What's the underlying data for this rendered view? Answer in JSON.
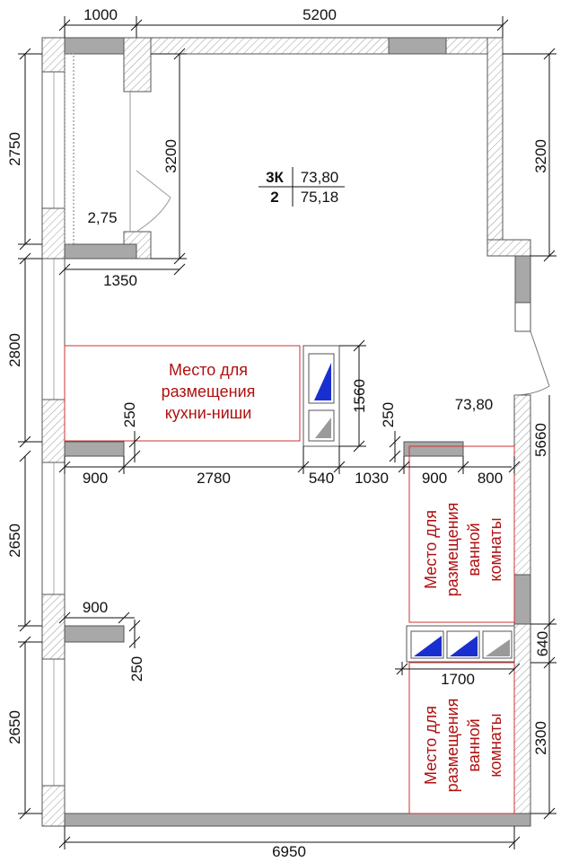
{
  "plan": {
    "dimensions": {
      "top_balcony_width": "1000",
      "top_main_width": "5200",
      "left_balcony_height": "2750",
      "balcony_depth": "3200",
      "right_top_height": "3200",
      "balcony_bottom_width": "1350",
      "left_mid_height": "2800",
      "kitchen_height": "1560",
      "wall_stub_left": "250",
      "wall_stub_right": "250",
      "right_lower_height": "5660",
      "row_900_left": "900",
      "row_2780": "2780",
      "row_540": "540",
      "row_1030": "1030",
      "row_900_right": "900",
      "row_800": "800",
      "left_lower_height_1": "2650",
      "inner_stub_width": "900",
      "inner_stub_thickness": "250",
      "bath_unit_width": "1700",
      "bath_unit_depth": "640",
      "left_lower_height_2": "2650",
      "right_bottom_height": "2300",
      "bottom_total_width": "6950"
    },
    "balcony_area": "2,75",
    "summary_table": {
      "row1_label": "3К",
      "row1_value": "73,80",
      "row2_label": "2",
      "row2_value": "75,18"
    },
    "room_area": "73,80",
    "zones": {
      "kitchen_line1": "Место для",
      "kitchen_line2": "размещения",
      "kitchen_line3": "кухни-ниши",
      "bath_line1": "Место для",
      "bath_line2": "размещения",
      "bath_line3": "ванной",
      "bath_line4": "комнаты"
    },
    "colors": {
      "wall_fill": "#a8a8a8",
      "zone_outline": "#d03030",
      "zone_text": "#b01010",
      "fixture_blue": "#1a2fd0"
    }
  }
}
